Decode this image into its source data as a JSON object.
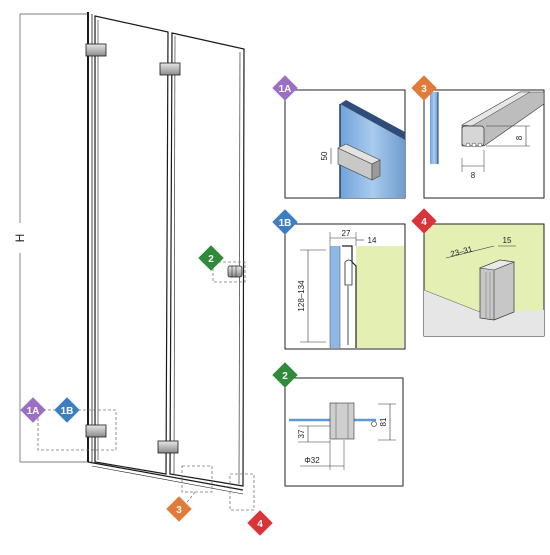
{
  "height_label": "H",
  "badges": {
    "b1a": {
      "text": "1A",
      "color": "#9b6fc4"
    },
    "b1b": {
      "text": "1B",
      "color": "#3d7ec3"
    },
    "b2": {
      "text": "2",
      "color": "#2e8b3a"
    },
    "b3": {
      "text": "3",
      "color": "#e07b39"
    },
    "b4": {
      "text": "4",
      "color": "#d9343a"
    }
  },
  "detail_1a": {
    "dim": "50"
  },
  "detail_3": {
    "dim_v": "8",
    "dim_h": "8"
  },
  "detail_1b": {
    "dim_a": "27",
    "dim_b": "14",
    "dim_h": "128–134"
  },
  "detail_4": {
    "dim_a": "23–31",
    "dim_b": "15"
  },
  "detail_2": {
    "dim_a": "37",
    "dim_b": "81",
    "dim_c": "Φ32"
  }
}
